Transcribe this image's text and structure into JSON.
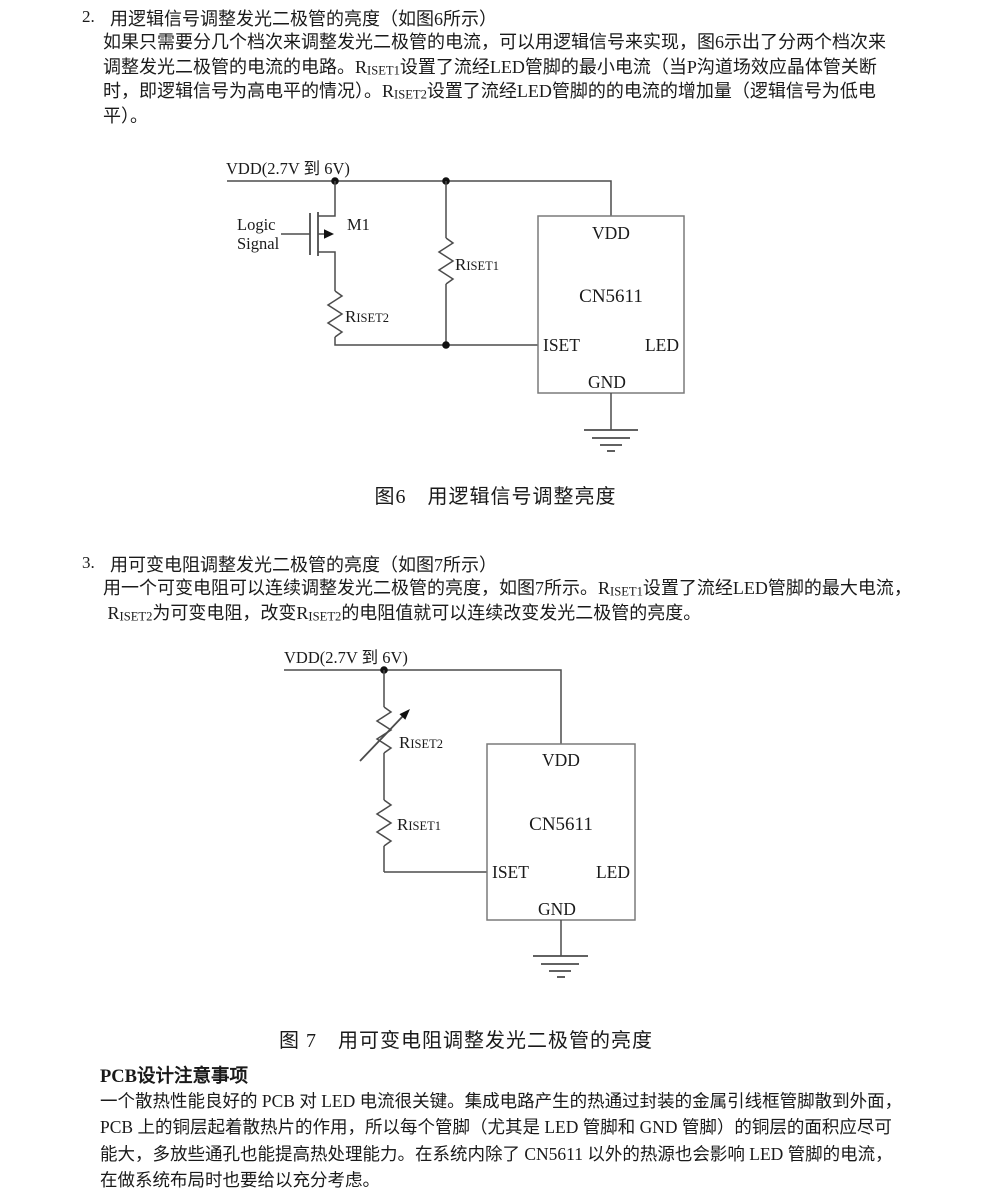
{
  "colors": {
    "wire": "#4c4c4c",
    "chip_box": "#7a7a7a",
    "text": "#1a1a1a",
    "background": "#ffffff"
  },
  "section2": {
    "number": "2.",
    "title": "用逻辑信号调整发光二极管的亮度（如图6所示）",
    "lines": [
      "如果只需要分几个档次来调整发光二极管的电流，可以用逻辑信号来实现，图6示出了分两个档次来",
      "调整发光二极管的电流的电路。R~ISET1~设置了流经LED管脚的最小电流（当P沟道场效应晶体管关断",
      "时，即逻辑信号为高电平的情况）。R~ISET2~设置了流经LED管脚的的电流的增加量（逻辑信号为低电",
      "平）。"
    ]
  },
  "fig6": {
    "supply": "VDD(2.7V 到 6V)",
    "logic_line1": "Logic",
    "logic_line2": "Signal",
    "mosfet": "M1",
    "riset1": {
      "main": "R",
      "sub": "ISET1"
    },
    "riset2": {
      "main": "R",
      "sub": "ISET2"
    },
    "chip": "CN5611",
    "pins": {
      "vdd": "VDD",
      "iset": "ISET",
      "led": "LED",
      "gnd": "GND"
    },
    "caption": "图6　用逻辑信号调整亮度"
  },
  "section3": {
    "number": "3.",
    "title": "用可变电阻调整发光二极管的亮度（如图7所示）",
    "lines": [
      "用一个可变电阻可以连续调整发光二极管的亮度，如图7所示。R~ISET1~设置了流经LED管脚的最大电流，",
      " R~ISET2~为可变电阻，改变R~ISET2~的电阻值就可以连续改变发光二极管的亮度。"
    ]
  },
  "fig7": {
    "supply": "VDD(2.7V 到 6V)",
    "riset1": {
      "main": "R",
      "sub": "ISET1"
    },
    "riset2": {
      "main": "R",
      "sub": "ISET2"
    },
    "chip": "CN5611",
    "pins": {
      "vdd": "VDD",
      "iset": "ISET",
      "led": "LED",
      "gnd": "GND"
    },
    "caption": "图 7　用可变电阻调整发光二极管的亮度"
  },
  "pcb": {
    "heading": "PCB设计注意事项",
    "lines": [
      "一个散热性能良好的 PCB 对 LED 电流很关键。集成电路产生的热通过封装的金属引线框管脚散到外面，",
      "PCB 上的铜层起着散热片的作用，所以每个管脚（尤其是 LED 管脚和 GND 管脚）的铜层的面积应尽可",
      "能大，多放些通孔也能提高热处理能力。在系统内除了 CN5611 以外的热源也会影响 LED 管脚的电流，",
      "在做系统布局时也要给以充分考虑。"
    ]
  }
}
